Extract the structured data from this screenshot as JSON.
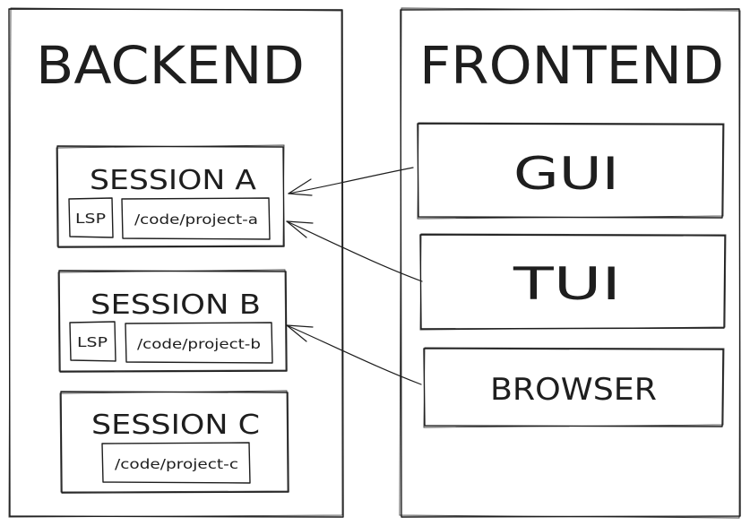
{
  "backend": {
    "title": "BACKEND",
    "sessions": [
      {
        "title": "SESSION A",
        "lsp": "LSP",
        "path": "/code/project-a"
      },
      {
        "title": "SESSION B",
        "lsp": "LSP",
        "path": "/code/project-b"
      },
      {
        "title": "SESSION C",
        "path": "/code/project-c"
      }
    ]
  },
  "frontend": {
    "title": "FRONTEND",
    "clients": [
      {
        "label": "GUI"
      },
      {
        "label": "TUI"
      },
      {
        "label": "BROWSER"
      }
    ]
  },
  "colors": {
    "stroke": "#1e1e1e",
    "background": "#ffffff"
  }
}
